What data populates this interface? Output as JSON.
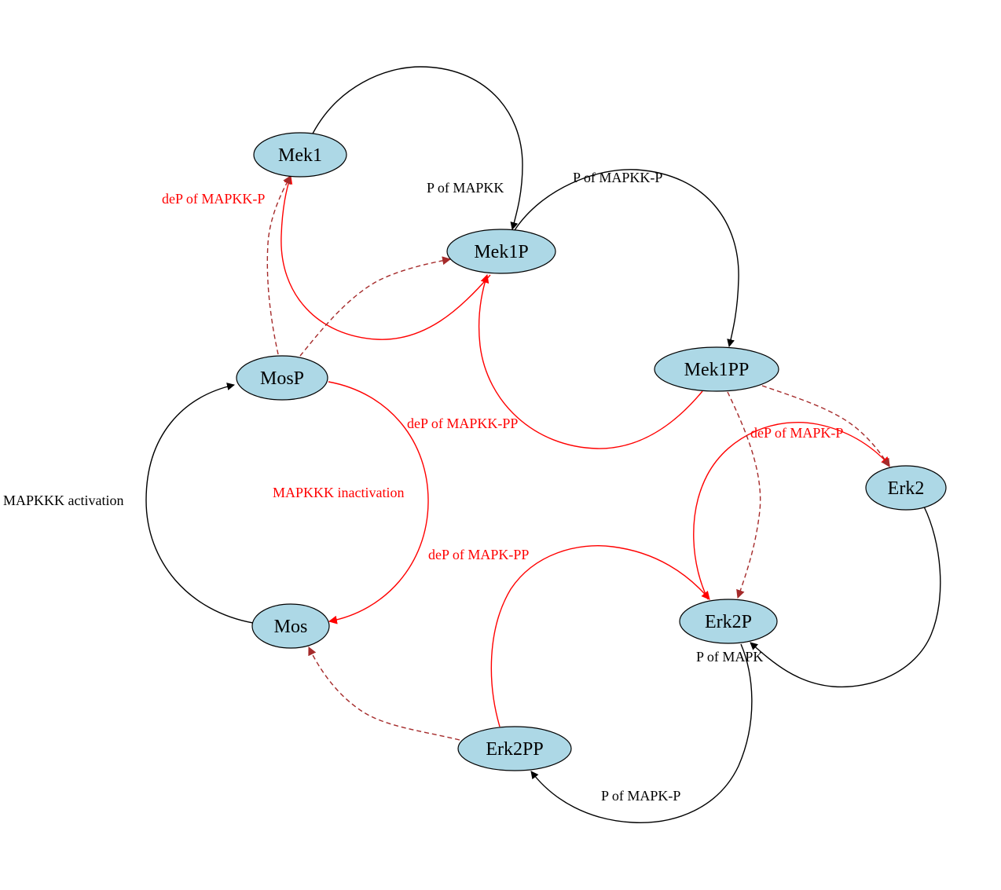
{
  "colors": {
    "node_fill": "#add8e6",
    "reaction_edge": "#000000",
    "dephosphorylation_edge": "#ff0000",
    "catalysis_edge": "#a52a2a"
  },
  "nodes": {
    "mek1": "Mek1",
    "mek1p": "Mek1P",
    "mek1pp": "Mek1PP",
    "mosp": "MosP",
    "mos": "Mos",
    "erk2": "Erk2",
    "erk2p": "Erk2P",
    "erk2pp": "Erk2PP"
  },
  "edge_labels": {
    "p_of_mapkk": "P of MAPKK",
    "p_of_mapkk_p": "P of MAPKK-P",
    "dep_of_mapkk_p": "deP of MAPKK-P",
    "dep_of_mapkk_pp": "deP of MAPKK-PP",
    "mapkkk_activation": "MAPKKK activation",
    "mapkkk_inactivation": "MAPKKK inactivation",
    "dep_of_mapk_p": "deP of MAPK-P",
    "dep_of_mapk_pp": "deP of MAPK-PP",
    "p_of_mapk": "P of MAPK",
    "p_of_mapk_p": "P of MAPK-P"
  },
  "edges": [
    {
      "from": "Mek1",
      "to": "Mek1P",
      "label": "P of MAPKK",
      "kind": "reaction"
    },
    {
      "from": "Mek1P",
      "to": "Mek1PP",
      "label": "P of MAPKK-P",
      "kind": "reaction"
    },
    {
      "from": "Mek1P",
      "to": "Mek1",
      "label": "deP of MAPKK-P",
      "kind": "dephosphorylation"
    },
    {
      "from": "Mek1PP",
      "to": "Mek1P",
      "label": "deP of MAPKK-PP",
      "kind": "dephosphorylation"
    },
    {
      "from": "Mos",
      "to": "MosP",
      "label": "MAPKKK activation",
      "kind": "reaction"
    },
    {
      "from": "MosP",
      "to": "Mos",
      "label": "MAPKKK inactivation",
      "kind": "dephosphorylation"
    },
    {
      "from": "Erk2",
      "to": "Erk2P",
      "label": "P of MAPK",
      "kind": "reaction"
    },
    {
      "from": "Erk2P",
      "to": "Erk2PP",
      "label": "P of MAPK-P",
      "kind": "reaction"
    },
    {
      "from": "Erk2P",
      "to": "Erk2",
      "label": "deP of MAPK-P",
      "kind": "dephosphorylation"
    },
    {
      "from": "Erk2PP",
      "to": "Erk2P",
      "label": "deP of MAPK-PP",
      "kind": "dephosphorylation"
    },
    {
      "from": "MosP",
      "to": "Mek1",
      "label": "",
      "kind": "catalysis"
    },
    {
      "from": "MosP",
      "to": "Mek1P",
      "label": "",
      "kind": "catalysis"
    },
    {
      "from": "Mek1PP",
      "to": "Erk2",
      "label": "",
      "kind": "catalysis"
    },
    {
      "from": "Mek1PP",
      "to": "Erk2P",
      "label": "",
      "kind": "catalysis"
    },
    {
      "from": "Erk2PP",
      "to": "Mos",
      "label": "",
      "kind": "catalysis"
    }
  ]
}
